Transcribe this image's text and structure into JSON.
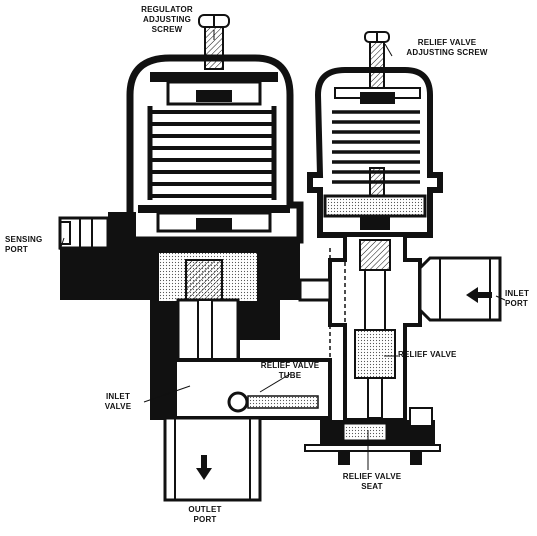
{
  "labels": {
    "regulator_adjusting_screw": [
      "REGULATOR",
      "ADJUSTING",
      "SCREW"
    ],
    "relief_valve_adjusting_screw": [
      "RELIEF VALVE",
      "ADJUSTING SCREW"
    ],
    "sensing_port": [
      "SENSING",
      "PORT"
    ],
    "inlet_port": [
      "INLET",
      "PORT"
    ],
    "relief_valve": "RELIEF VALVE",
    "relief_valve_tube": [
      "RELIEF VALVE",
      "TUBE"
    ],
    "inlet_valve": [
      "INLET",
      "VALVE"
    ],
    "relief_valve_seat": [
      "RELIEF VALVE",
      "SEAT"
    ],
    "outlet_port": [
      "OUTLET",
      "PORT"
    ]
  },
  "colors": {
    "ink": "#111111",
    "paper": "#ffffff",
    "shade": "#d8d8d8"
  }
}
